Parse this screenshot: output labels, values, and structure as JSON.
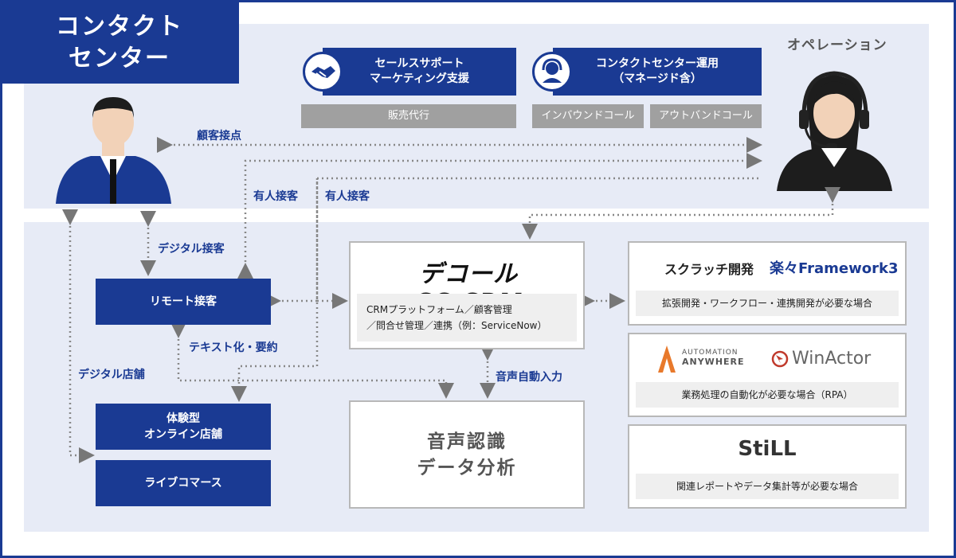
{
  "title": {
    "line1": "コンタクト",
    "line2": "センター"
  },
  "operation_label": "オペレーション",
  "services": [
    {
      "line1": "セールスサポート",
      "line2": "マーケティング支援",
      "icon": "handshake-icon"
    },
    {
      "line1": "コンタクトセンター運用",
      "line2": "（マネージド含）",
      "icon": "headset-icon"
    }
  ],
  "chips": [
    "販売代行",
    "インバウンドコール",
    "アウトバンドコール"
  ],
  "labels": {
    "customer_contact": "顧客接点",
    "staffed1": "有人接客",
    "staffed2": "有人接客",
    "digital_service": "デジタル接客",
    "text_summary": "テキスト化・要約",
    "digital_store": "デジタル店舗",
    "voice_input": "音声自動入力"
  },
  "left_boxes": {
    "remote": "リモート接客",
    "store_line1": "体験型",
    "store_line2": "オンライン店舗",
    "live": "ライブコマース"
  },
  "crm": {
    "logo": "デコールCC.CRM",
    "desc_line1": "CRMプラットフォーム／顧客管理",
    "desc_line2": "／問合せ管理／連携（例：ServiceNow）"
  },
  "speech": {
    "line1": "音声認識",
    "line2": "データ分析"
  },
  "right_boxes": [
    {
      "logo_a": "スクラッチ開発",
      "logo_b": "楽々Framework3",
      "desc": "拡張開発・ワークフロー・連携開発が必要な場合"
    },
    {
      "logo_a_top": "AUTOMATION",
      "logo_a_bottom": "ANYWHERE",
      "logo_b": "WinActor",
      "desc": "業務処理の自動化が必要な場合（RPA）"
    },
    {
      "logo": "StiLL",
      "desc": "関連レポートやデータ集計等が必要な場合"
    }
  ],
  "colors": {
    "navy": "#1a3a93",
    "band": "#e7ebf6",
    "gray": "#a0a0a0",
    "orange": "#e8792b",
    "red": "#c0392b"
  }
}
